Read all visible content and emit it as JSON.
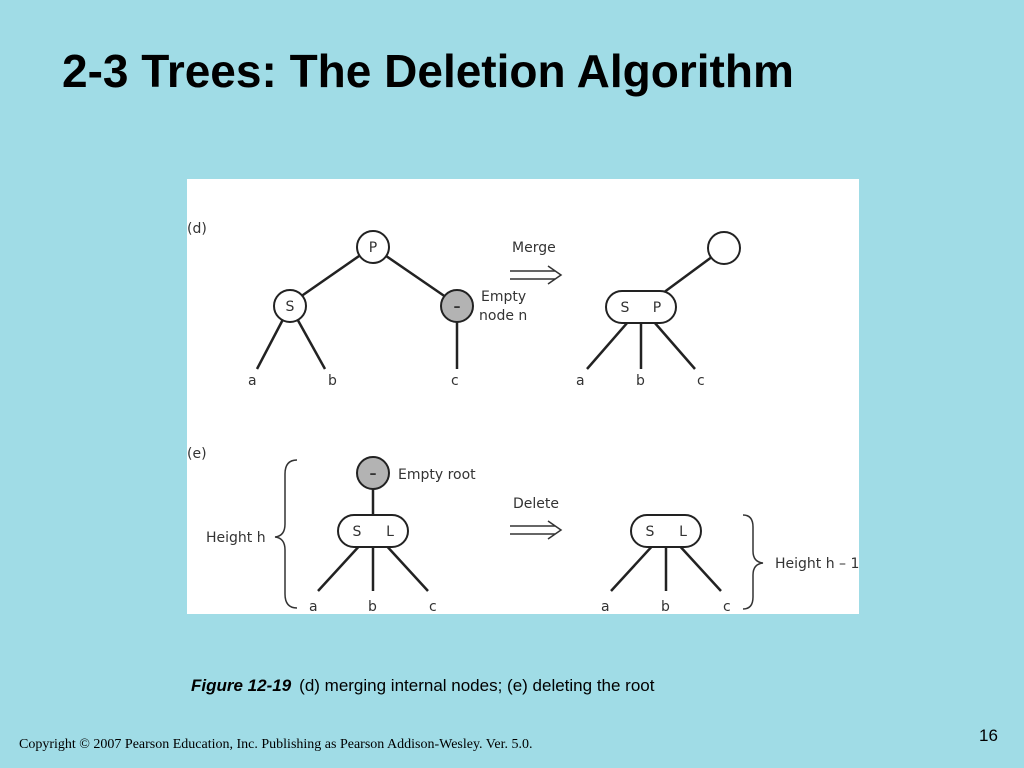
{
  "slide": {
    "title": "2-3 Trees: The Deletion Algorithm",
    "page_number": "16"
  },
  "figure": {
    "part_d": {
      "label": "(d)",
      "left_tree": {
        "parent": "P",
        "sibling": "S",
        "empty_node_symbol": "–",
        "empty_node_label_line1": "Empty",
        "empty_node_label_line2": "node n",
        "leaves": [
          "a",
          "b",
          "c"
        ]
      },
      "operation": "Merge",
      "right_tree": {
        "merged_node_keys": [
          "S",
          "P"
        ],
        "leaves": [
          "a",
          "b",
          "c"
        ]
      }
    },
    "part_e": {
      "label": "(e)",
      "height_label": "Height h",
      "left_tree": {
        "root_symbol": "–",
        "root_label": "Empty root",
        "node_keys": [
          "S",
          "L"
        ],
        "leaves": [
          "a",
          "b",
          "c"
        ]
      },
      "operation": "Delete",
      "right_tree": {
        "node_keys": [
          "S",
          "L"
        ],
        "leaves": [
          "a",
          "b",
          "c"
        ]
      },
      "height_minus_label": "Height h – 1"
    }
  },
  "caption": {
    "figure_label": "Figure 12-19",
    "text": "(d) merging internal nodes; (e) deleting the root"
  },
  "footer": {
    "copyright": "Copyright © 2007 Pearson Education, Inc. Publishing as Pearson Addison-Wesley. Ver. 5.0."
  },
  "colors": {
    "background": "#a0dce6",
    "figure_background": "#ffffff",
    "empty_node_fill": "#b3b3b3",
    "line_color": "#222222"
  }
}
